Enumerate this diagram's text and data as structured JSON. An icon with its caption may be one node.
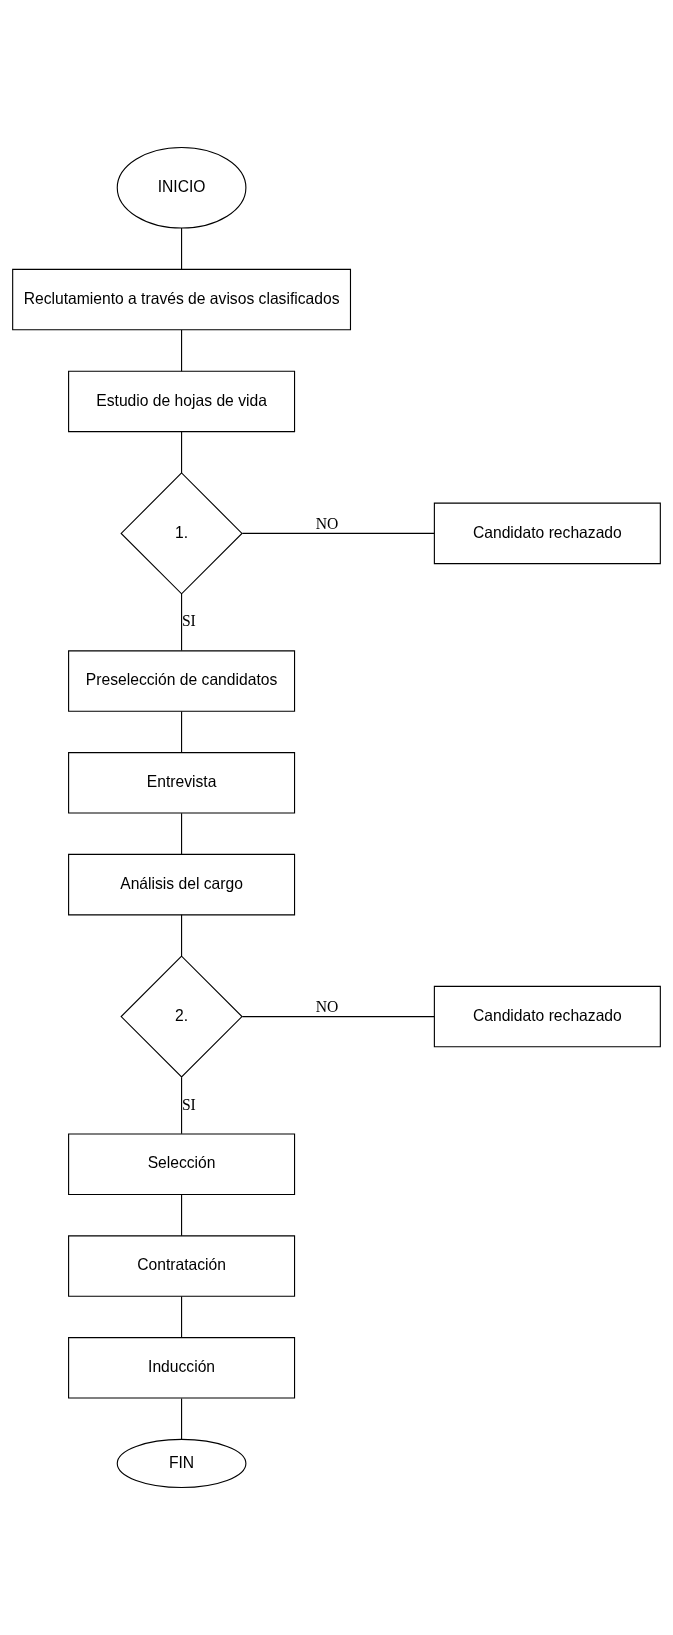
{
  "diagram": {
    "nodes": [
      {
        "text": [
          "INICIO"
        ]
      },
      {
        "text": [
          "Reclutamiento a través de avisos clasificados"
        ]
      },
      {
        "text": [
          "Estudio de hojas de vida"
        ]
      },
      {
        "text": [
          "1."
        ]
      },
      {
        "text": [
          "Candidato rechazado"
        ]
      },
      {
        "text": [
          "Preselección de candidatos"
        ]
      },
      {
        "text": [
          "Entrevista"
        ]
      },
      {
        "text": [
          "Análisis del cargo"
        ]
      },
      {
        "text": [
          "2."
        ]
      },
      {
        "text": [
          "Candidato rechazado"
        ]
      },
      {
        "text": [
          "Selección"
        ]
      },
      {
        "text": [
          "Contratación"
        ]
      },
      {
        "text": [
          "Inducción"
        ]
      },
      {
        "text": [
          "FIN"
        ]
      }
    ],
    "edges": [
      {
        "from": 0,
        "to": 1,
        "arrow": "none"
      },
      {
        "from": 1,
        "to": 2,
        "arrow": "none"
      },
      {
        "from": 2,
        "to": 3,
        "arrow": "none"
      },
      {
        "from": 3,
        "to": 4,
        "arrow": "none",
        "label": "NO"
      },
      {
        "from": 3,
        "to": 5,
        "arrow": "none",
        "label": "SI"
      },
      {
        "from": 5,
        "to": 6,
        "arrow": "none"
      },
      {
        "from": 6,
        "to": 7,
        "arrow": "none"
      },
      {
        "from": 7,
        "to": 8,
        "arrow": "none"
      },
      {
        "from": 8,
        "to": 9,
        "arrow": "none",
        "label": "NO"
      },
      {
        "from": 8,
        "to": 10,
        "arrow": "none",
        "label": "SI"
      },
      {
        "from": 10,
        "to": 11,
        "arrow": "none"
      },
      {
        "from": 11,
        "to": 12,
        "arrow": "none"
      },
      {
        "from": 12,
        "to": 13,
        "arrow": "none"
      }
    ]
  }
}
